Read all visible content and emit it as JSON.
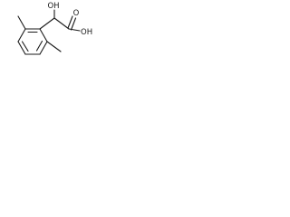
{
  "molecule": {
    "labels": {
      "alpha_hydroxyl": "OH",
      "acid_carbonyl_oxygen": "O",
      "acid_hydroxyl": "OH"
    }
  }
}
